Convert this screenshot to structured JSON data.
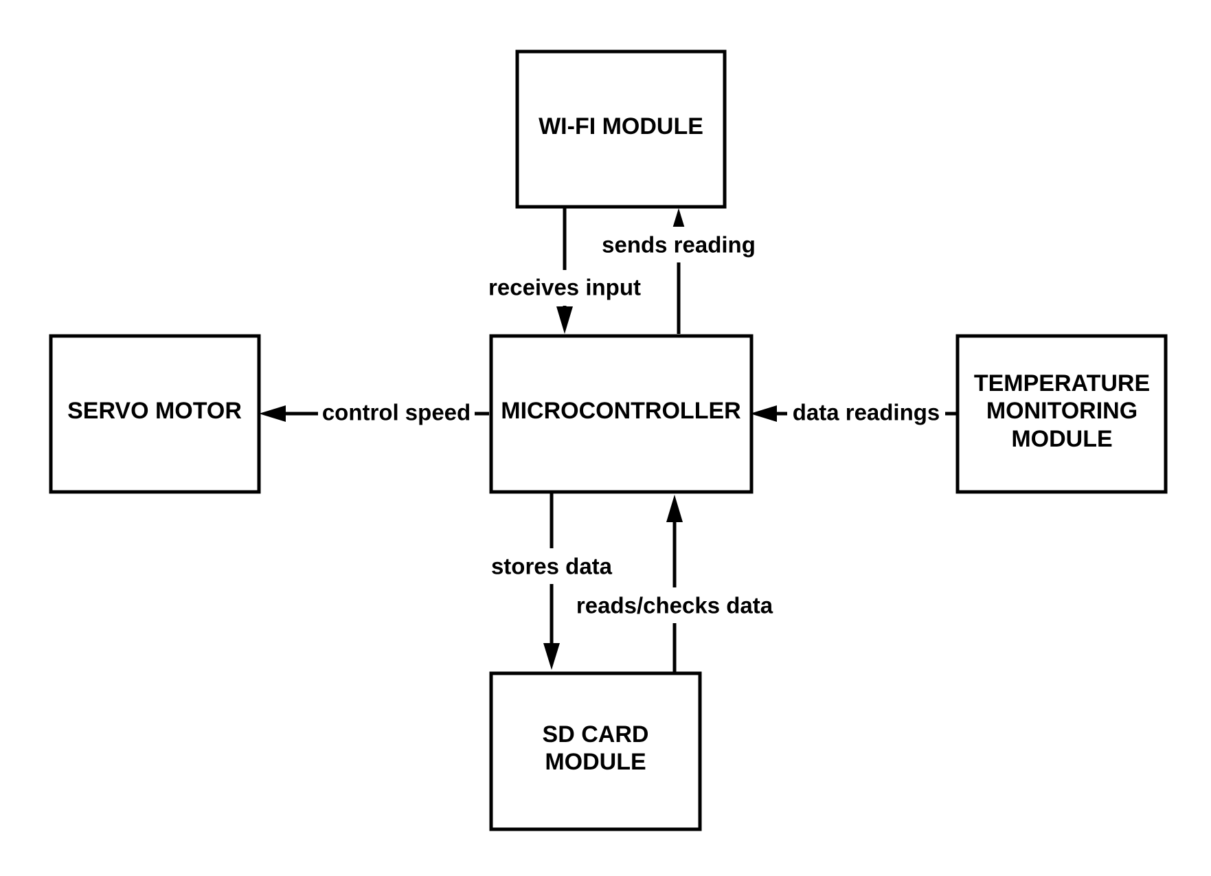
{
  "nodes": {
    "wifi": {
      "lines": [
        "WI-FI MODULE"
      ]
    },
    "mcu": {
      "lines": [
        "MICROCONTROLLER"
      ]
    },
    "servo": {
      "lines": [
        "SERVO MOTOR"
      ]
    },
    "temp": {
      "lines": [
        "TEMPERATURE",
        "MONITORING",
        "MODULE"
      ]
    },
    "sd": {
      "lines": [
        "SD CARD",
        "MODULE"
      ]
    }
  },
  "edges": {
    "receives_input": {
      "from": "wifi",
      "to": "mcu",
      "label": "receives input"
    },
    "sends_reading": {
      "from": "mcu",
      "to": "wifi",
      "label": "sends reading"
    },
    "control_speed": {
      "from": "mcu",
      "to": "servo",
      "label": "control speed"
    },
    "data_readings": {
      "from": "temp",
      "to": "mcu",
      "label": "data readings"
    },
    "stores_data": {
      "from": "mcu",
      "to": "sd",
      "label": "stores data"
    },
    "reads_checks": {
      "from": "sd",
      "to": "mcu",
      "label": "reads/checks data"
    }
  }
}
